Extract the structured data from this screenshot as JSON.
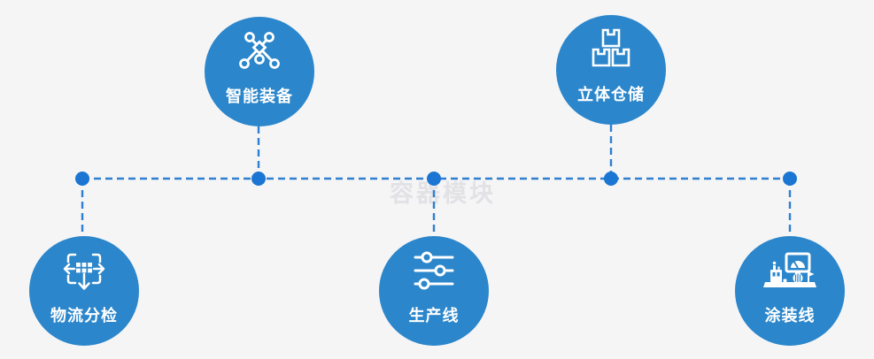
{
  "watermark": {
    "text": "容器模块"
  },
  "colors": {
    "background": "#f5f5f6",
    "node_fill": "#2b86cb",
    "connector_dash": "#2e7fd0",
    "junction_dot": "#1b76d3",
    "icon": "#ffffff",
    "label_text": "#ffffff",
    "watermark_text": "#e2e2e6"
  },
  "nodes": [
    {
      "label": "智能装备",
      "icon": "network-nodes-icon",
      "position": "top-left"
    },
    {
      "label": "立体仓储",
      "icon": "stacked-boxes-icon",
      "position": "top-right"
    },
    {
      "label": "物流分检",
      "icon": "sort-dispatch-icon",
      "position": "bottom-left"
    },
    {
      "label": "生产线",
      "icon": "sliders-icon",
      "position": "bottom-center"
    },
    {
      "label": "涂装线",
      "icon": "coating-machine-icon",
      "position": "bottom-right"
    }
  ]
}
